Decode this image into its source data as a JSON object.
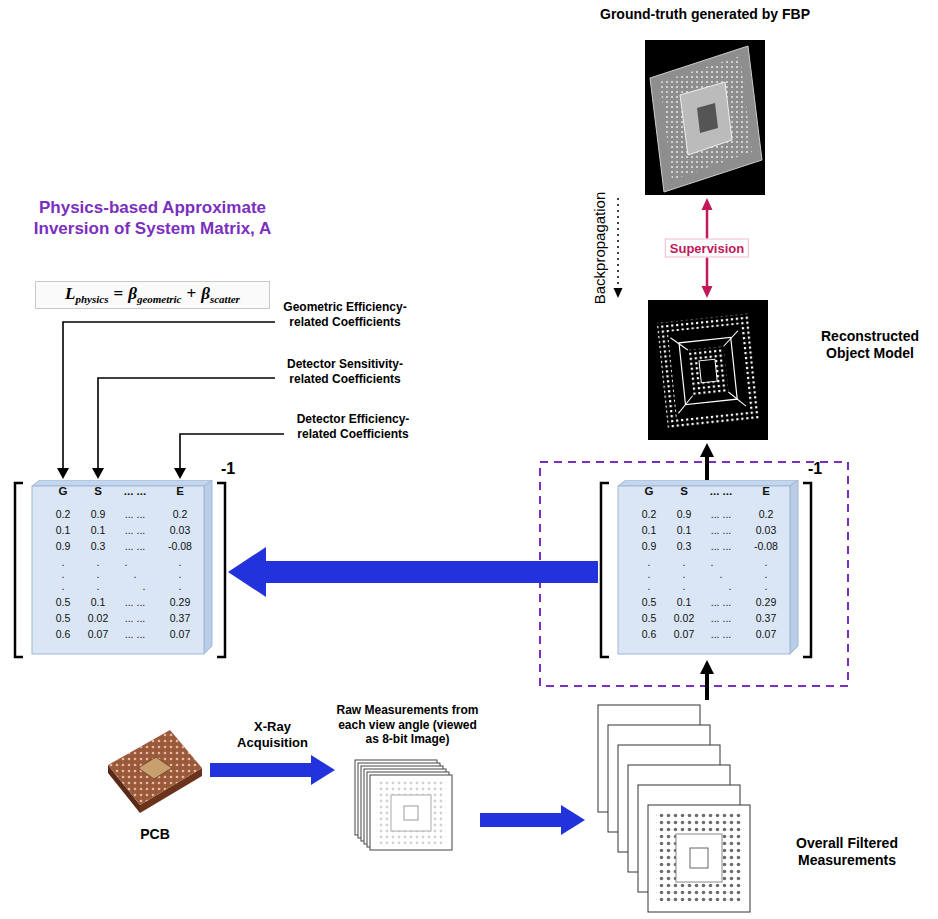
{
  "diagram": {
    "nodes": [
      {
        "text": [
          "L",
          "physics",
          "=",
          "β",
          "geometric",
          "+",
          "β",
          "scatter"
        ]
      },
      {
        "text": [
          "G",
          "S",
          "... ...",
          "E",
          "0.2",
          "0.9",
          "... ...",
          "0.2",
          "0.1",
          "0.1",
          "... ...",
          "0.03",
          "0.9",
          "0.3",
          "... ...",
          "-0.08",
          ".",
          ".",
          ".",
          ".",
          ".",
          ".",
          ".",
          ".",
          ".",
          ".",
          ".",
          ".",
          "0.5",
          "0.1",
          "... ...",
          "0.29",
          "0.5",
          "0.02",
          "... ...",
          "0.37",
          "0.6",
          "0.07",
          "... ...",
          "0.07"
        ]
      },
      {
        "text": [
          "G",
          "S",
          "... ...",
          "E",
          "0.2",
          "0.9",
          "... ...",
          "0.2",
          "0.1",
          "0.1",
          "... ...",
          "0.03",
          "0.9",
          "0.3",
          "... ...",
          "-0.08",
          ".",
          ".",
          ".",
          ".",
          ".",
          ".",
          ".",
          ".",
          ".",
          ".",
          ".",
          ".",
          "0.5",
          "0.1",
          "... ...",
          "0.29",
          "0.5",
          "0.02",
          "... ...",
          "0.37",
          "0.6",
          "0.07",
          "... ...",
          "0.07"
        ]
      },
      {
        "text": [
          "Ground-truth generated by FBP"
        ]
      },
      {
        "text": [
          "Reconstructed Object Model"
        ]
      },
      {
        "text": [
          "PCB"
        ]
      },
      {
        "text": [
          "Raw Measurements from each view angle (viewed as 8-bit Image)"
        ]
      },
      {
        "text": [
          "Overall Filtered Measurements"
        ]
      }
    ],
    "edges": [
      {
        "from": 5,
        "to": 6,
        "arrow": "to",
        "label": "X-Ray Acquisition"
      },
      {
        "from": 6,
        "to": 7,
        "arrow": "to"
      },
      {
        "from": 7,
        "to": 2,
        "arrow": "to"
      },
      {
        "from": 2,
        "to": 4,
        "arrow": "to"
      },
      {
        "from": 2,
        "to": 1,
        "arrow": "to"
      },
      {
        "from": 4,
        "to": 3,
        "arrow": "both",
        "label": "Supervision"
      },
      {
        "from": 3,
        "to": 4,
        "arrow": "to",
        "label": "Backpropagation"
      }
    ],
    "labels": [
      "Physics-based Approximate Inversion of System Matrix, A",
      "Geometric Efficiency-related Coefficients",
      "Detector Sensitivity-related Coefficients",
      "Detector Efficiency-related Coefficients",
      "-1",
      "-1"
    ]
  }
}
